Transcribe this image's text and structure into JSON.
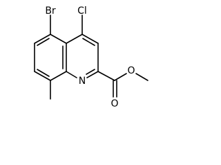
{
  "molecule": {
    "atoms": {
      "bromine": "Br",
      "chlorine": "Cl",
      "ring_nitrogen": "N",
      "carbonyl_oxygen": "O",
      "ester_oxygen": "O"
    }
  },
  "colors": {
    "bond": "#000000",
    "label": "#000000",
    "background": "#ffffff"
  }
}
